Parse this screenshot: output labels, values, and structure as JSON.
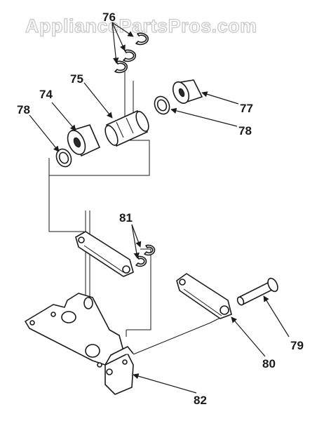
{
  "watermark": "AppliancePartsPros.com",
  "callouts": {
    "p74": "74",
    "p75": "75",
    "p76": "76",
    "p77": "77",
    "p78a": "78",
    "p78b": "78",
    "p79": "79",
    "p80": "80",
    "p81": "81",
    "p82": "82"
  },
  "colors": {
    "ink": "#1a1a1a",
    "watermark_outline": "#c8c8c8",
    "paper": "#ffffff"
  }
}
